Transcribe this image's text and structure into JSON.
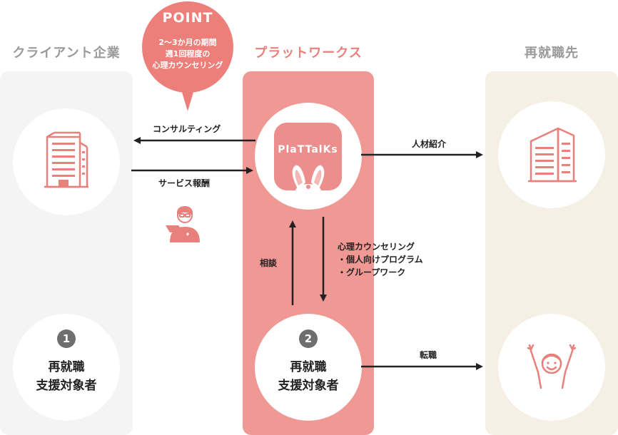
{
  "columns": {
    "client": "クライアント企業",
    "plattworks": "プラットワークス",
    "reemployment": "再就職先"
  },
  "point": {
    "title": "POINT",
    "lines": [
      "2〜3か月の期間",
      "週1回程度の",
      "心理カウンセリング"
    ]
  },
  "logo": {
    "text": "PlaTTalKs"
  },
  "arrows": {
    "consulting": "コンサルティング",
    "service_fee": "サービス報酬",
    "placement": "人材紹介",
    "consultation": "相談",
    "counseling_title": "心理カウンセリング",
    "counseling_item1": "・個人向けプログラム",
    "counseling_item2": "・グループワーク",
    "job_change": "転職"
  },
  "targets": {
    "left_badge": "1",
    "left_line1": "再就職",
    "left_line2": "支援対象者",
    "center_badge": "2",
    "center_line1": "再就職",
    "center_line2": "支援対象者"
  },
  "colors": {
    "accent": "#ec7f7a",
    "center_panel": "#ef9894",
    "left_panel": "#f4f4f4",
    "right_panel": "#f5efe4",
    "title_gray": "#9a9a9a",
    "icon_pink": "#e8807c"
  }
}
